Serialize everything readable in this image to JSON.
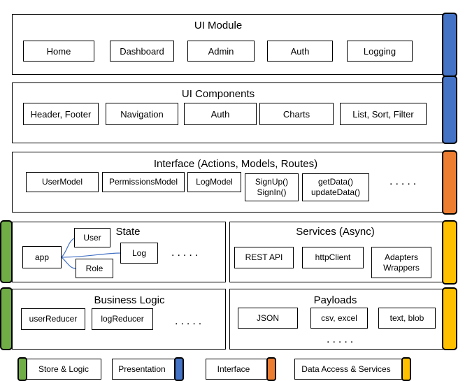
{
  "colors": {
    "blue": "#4472C4",
    "orange": "#ED7D31",
    "green": "#70AD47",
    "yellow": "#FFC000"
  },
  "ui_module": {
    "title": "UI Module",
    "items": [
      "Home",
      "Dashboard",
      "Admin",
      "Auth",
      "Logging"
    ]
  },
  "ui_components": {
    "title": "UI Components",
    "items": [
      "Header, Footer",
      "Navigation",
      "Auth",
      "Charts",
      "List, Sort, Filter"
    ]
  },
  "interface": {
    "title": "Interface (Actions, Models, Routes)",
    "items": [
      "UserModel",
      "PermissionsModel",
      "LogModel",
      "SignUp()\nSignIn()",
      "getData()\nupdateData()"
    ],
    "ellipsis": "....."
  },
  "state": {
    "title": "State",
    "root": "app",
    "children": [
      "User",
      "Log",
      "Role"
    ],
    "ellipsis": "....."
  },
  "services": {
    "title": "Services (Async)",
    "items": [
      "REST API",
      "httpClient",
      "Adapters\nWrappers"
    ]
  },
  "business_logic": {
    "title": "Business Logic",
    "items": [
      "userReducer",
      "logReducer"
    ],
    "ellipsis": "....."
  },
  "payloads": {
    "title": "Payloads",
    "items": [
      "JSON",
      "csv, excel",
      "text, blob"
    ],
    "ellipsis": "....."
  },
  "legend": [
    "Store & Logic",
    "Presentation",
    "Interface",
    "Data Access & Services"
  ]
}
